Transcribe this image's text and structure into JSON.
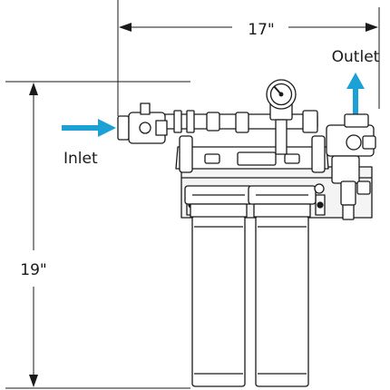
{
  "dimensions": {
    "width_label": "17\"",
    "height_label": "19\""
  },
  "labels": {
    "inlet": "Inlet",
    "outlet": "Outlet"
  },
  "colors": {
    "flow_arrow": "#1ba1d6",
    "line": "#1a1a1a",
    "background": "#ffffff"
  },
  "icons": {
    "gauge": "pressure-gauge-icon",
    "flow_arrow": "arrow-icon"
  }
}
